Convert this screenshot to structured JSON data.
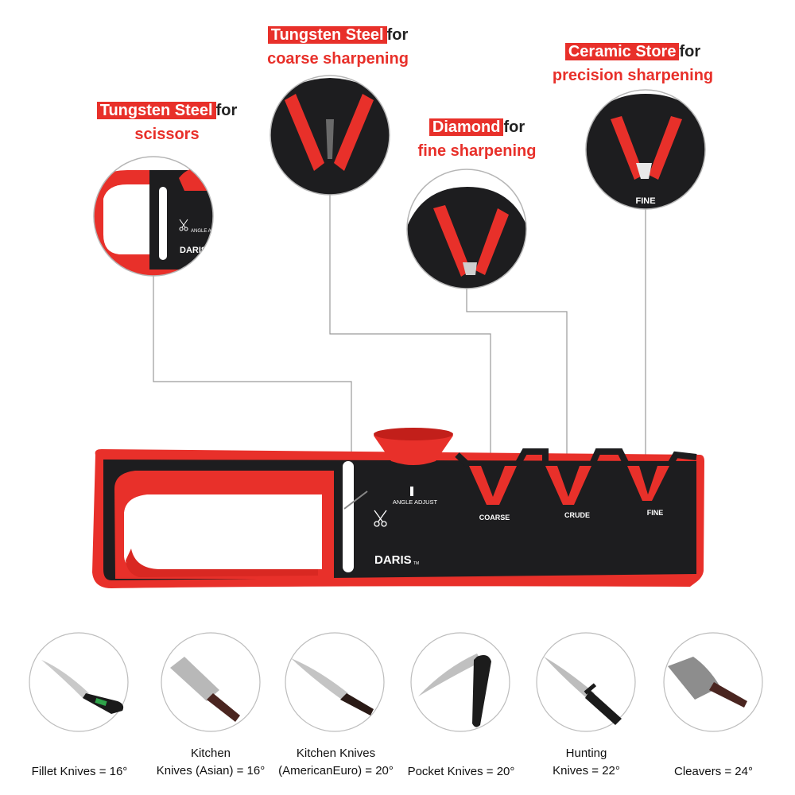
{
  "colors": {
    "accent": "#e8302a",
    "body": "#1d1d1f",
    "text": "#111111"
  },
  "callouts": [
    {
      "highlight": "Tungsten Steel",
      "for": "for",
      "sub": "scissors"
    },
    {
      "highlight": "Tungsten Steel",
      "for": "for",
      "sub": "coarse sharpening"
    },
    {
      "highlight": "Diamond",
      "for": "for",
      "sub": "fine sharpening"
    },
    {
      "highlight": "Ceramic Store",
      "for": "for",
      "sub": "precision sharpening"
    }
  ],
  "device": {
    "brand": "DARIS",
    "tm": "TM",
    "angle_adjust": "ANGLE ADJUST",
    "slot_coarse": "COARSE",
    "slot_crude": "CRUDE",
    "slot_fine": "FINE",
    "zoom_fine": "FINE",
    "zoom_angle_adjust": "ANGLE ADJUST",
    "zoom_brand": "DARIS"
  },
  "knives": [
    {
      "icon": "fillet-knife-icon",
      "label": "Fillet Knives = 16°"
    },
    {
      "icon": "kitchen-asian-knife-icon",
      "label": "Kitchen\nKnives (Asian) = 16°"
    },
    {
      "icon": "chef-knife-icon",
      "label": "Kitchen Knives\n(AmericanEuro) = 20°"
    },
    {
      "icon": "pocket-knife-icon",
      "label": "Pocket Knives = 20°"
    },
    {
      "icon": "hunting-knife-icon",
      "label": "Hunting\nKnives = 22°"
    },
    {
      "icon": "cleaver-icon",
      "label": "Cleavers = 24°"
    }
  ]
}
